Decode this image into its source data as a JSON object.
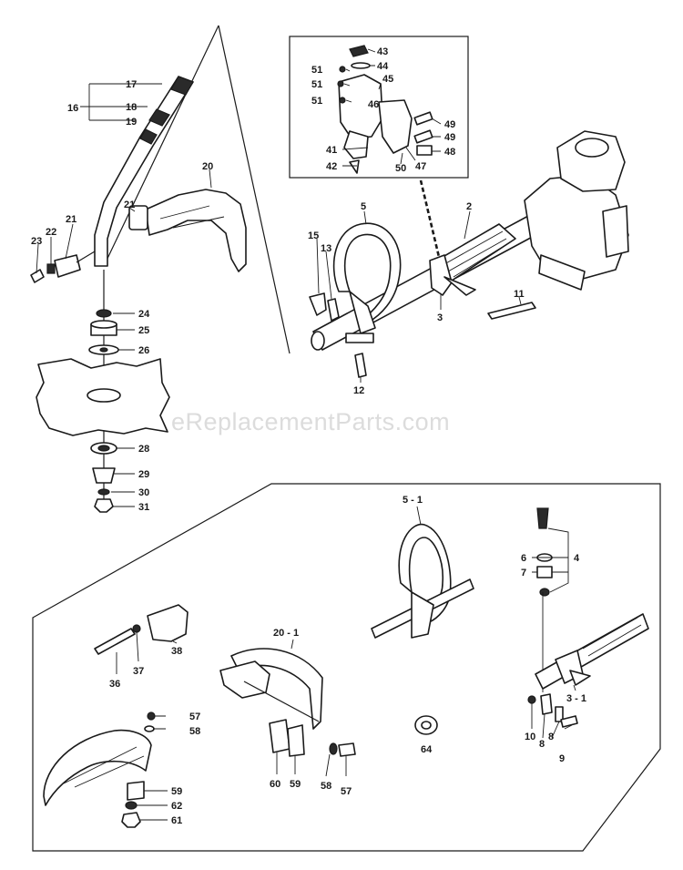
{
  "watermark": "eReplacementParts.com",
  "callouts": {
    "c2": "2",
    "c3": "3",
    "c3_1": "3 - 1",
    "c4": "4",
    "c5": "5",
    "c5_1": "5 - 1",
    "c6": "6",
    "c7": "7",
    "c8a": "8",
    "c8b": "8",
    "c9": "9",
    "c10": "10",
    "c11": "11",
    "c12": "12",
    "c13": "13",
    "c15": "15",
    "c16": "16",
    "c17": "17",
    "c18": "18",
    "c19": "19",
    "c20": "20",
    "c20_1": "20 - 1",
    "c21a": "21",
    "c21b": "21",
    "c22": "22",
    "c23": "23",
    "c24": "24",
    "c25": "25",
    "c26": "26",
    "c28": "28",
    "c29": "29",
    "c30": "30",
    "c31": "31",
    "c36": "36",
    "c37": "37",
    "c38": "38",
    "c41": "41",
    "c42": "42",
    "c43": "43",
    "c44": "44",
    "c45": "45",
    "c46": "46",
    "c47": "47",
    "c48": "48",
    "c49a": "49",
    "c49b": "49",
    "c50": "50",
    "c51a": "51",
    "c51b": "51",
    "c51c": "51",
    "c57a": "57",
    "c57b": "57",
    "c58a": "58",
    "c58b": "58",
    "c59a": "59",
    "c59b": "59",
    "c60": "60",
    "c61": "61",
    "c62": "62",
    "c64": "64"
  }
}
